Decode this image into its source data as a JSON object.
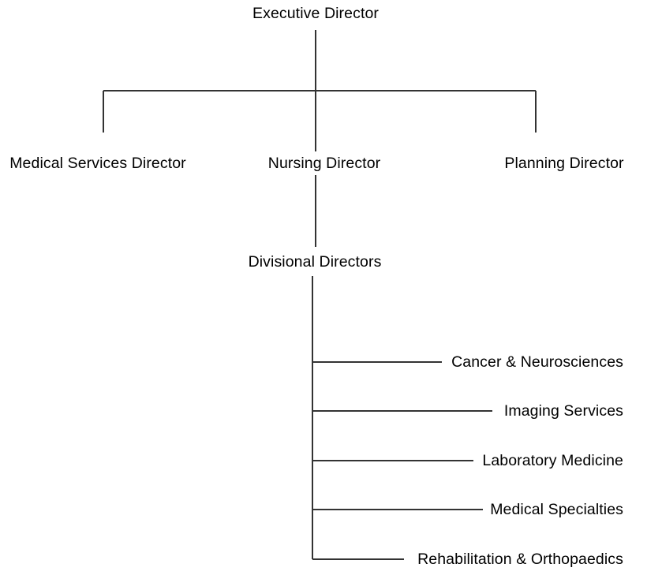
{
  "diagram": {
    "type": "organizational-chart",
    "title": "Executive Director Organizational Chart",
    "background_color": "#ffffff",
    "line_color": "#333333",
    "text_color": "#000000",
    "levels": [
      {
        "level": 1,
        "nodes": [
          {
            "id": "executive-director",
            "label": "Executive Director"
          }
        ]
      },
      {
        "level": 2,
        "nodes": [
          {
            "id": "medical-services-director",
            "label": "Medical Services Director"
          },
          {
            "id": "nursing-director",
            "label": "Nursing Director"
          },
          {
            "id": "planning-director",
            "label": "Planning Director"
          }
        ]
      },
      {
        "level": 3,
        "nodes": [
          {
            "id": "divisional-directors",
            "label": "Divisional Directors"
          }
        ]
      },
      {
        "level": 4,
        "nodes": [
          {
            "id": "cancer-neurosciences",
            "label": "Cancer & Neurosciences"
          },
          {
            "id": "imaging-services",
            "label": "Imaging Services"
          },
          {
            "id": "laboratory-medicine",
            "label": "Laboratory Medicine"
          },
          {
            "id": "medical-specialties",
            "label": "Medical Specialties"
          },
          {
            "id": "rehabilitation-orthopaedics",
            "label": "Rehabilitation & Orthopaedics"
          }
        ]
      }
    ],
    "nodes": {
      "executive_director": "Executive Director",
      "medical_services_director": "Medical Services Director",
      "nursing_director": "Nursing Director",
      "planning_director": "Planning Director",
      "divisional_directors": "Divisional Directors",
      "divisions": [
        "Cancer & Neurosciences",
        "Imaging Services",
        "Laboratory Medicine",
        "Medical Specialties",
        "Rehabilitation & Orthopaedics"
      ]
    }
  }
}
